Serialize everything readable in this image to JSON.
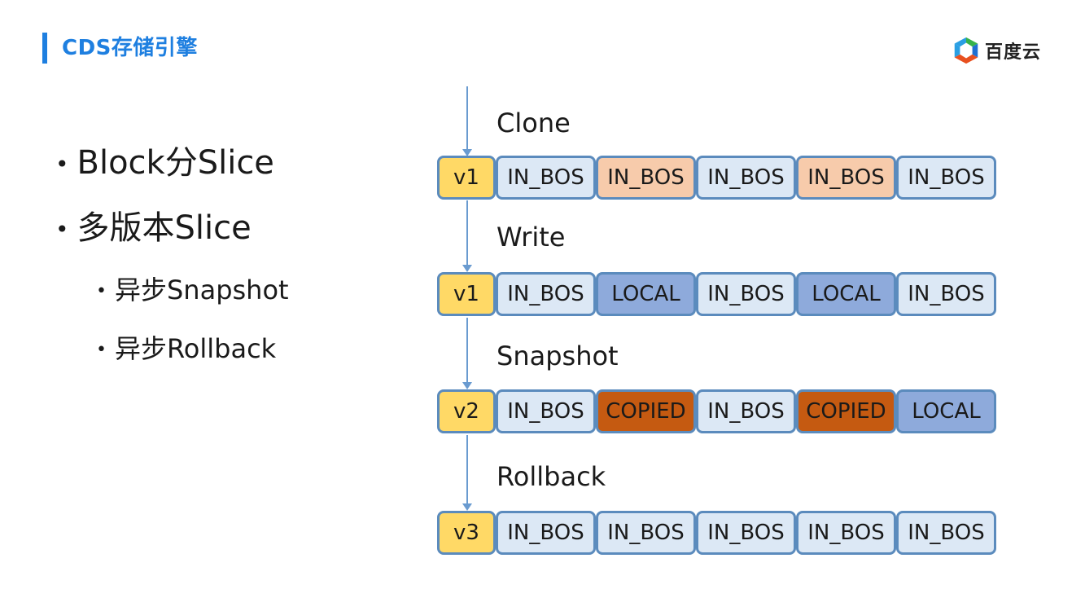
{
  "header": {
    "title": "CDS存储引擎",
    "logo_text": "百度云"
  },
  "bullets": [
    {
      "level": 1,
      "text": "Block分Slice"
    },
    {
      "level": 1,
      "text": "多版本Slice"
    },
    {
      "level": 2,
      "text": "异步Snapshot"
    },
    {
      "level": 2,
      "text": "异步Rollback"
    }
  ],
  "colors": {
    "IN_BOS": "#dce8f5",
    "IN_BOS_HIGHLIGHT": "#f7cbab",
    "LOCAL": "#8eaadb",
    "COPIED": "#c55a11",
    "VERSION": "#ffd966"
  },
  "steps": [
    {
      "label": "Clone",
      "version": "v1",
      "cells": [
        {
          "text": "IN_BOS",
          "kind": "IN_BOS"
        },
        {
          "text": "IN_BOS",
          "kind": "IN_BOS_HIGHLIGHT"
        },
        {
          "text": "IN_BOS",
          "kind": "IN_BOS"
        },
        {
          "text": "IN_BOS",
          "kind": "IN_BOS_HIGHLIGHT"
        },
        {
          "text": "IN_BOS",
          "kind": "IN_BOS"
        }
      ]
    },
    {
      "label": "Write",
      "version": "v1",
      "cells": [
        {
          "text": "IN_BOS",
          "kind": "IN_BOS"
        },
        {
          "text": "LOCAL",
          "kind": "LOCAL"
        },
        {
          "text": "IN_BOS",
          "kind": "IN_BOS"
        },
        {
          "text": "LOCAL",
          "kind": "LOCAL"
        },
        {
          "text": "IN_BOS",
          "kind": "IN_BOS"
        }
      ]
    },
    {
      "label": "Snapshot",
      "version": "v2",
      "cells": [
        {
          "text": "IN_BOS",
          "kind": "IN_BOS"
        },
        {
          "text": "COPIED",
          "kind": "COPIED"
        },
        {
          "text": "IN_BOS",
          "kind": "IN_BOS"
        },
        {
          "text": "COPIED",
          "kind": "COPIED"
        },
        {
          "text": "LOCAL",
          "kind": "LOCAL"
        }
      ]
    },
    {
      "label": "Rollback",
      "version": "v3",
      "cells": [
        {
          "text": "IN_BOS",
          "kind": "IN_BOS"
        },
        {
          "text": "IN_BOS",
          "kind": "IN_BOS"
        },
        {
          "text": "IN_BOS",
          "kind": "IN_BOS"
        },
        {
          "text": "IN_BOS",
          "kind": "IN_BOS"
        },
        {
          "text": "IN_BOS",
          "kind": "IN_BOS"
        }
      ]
    }
  ]
}
